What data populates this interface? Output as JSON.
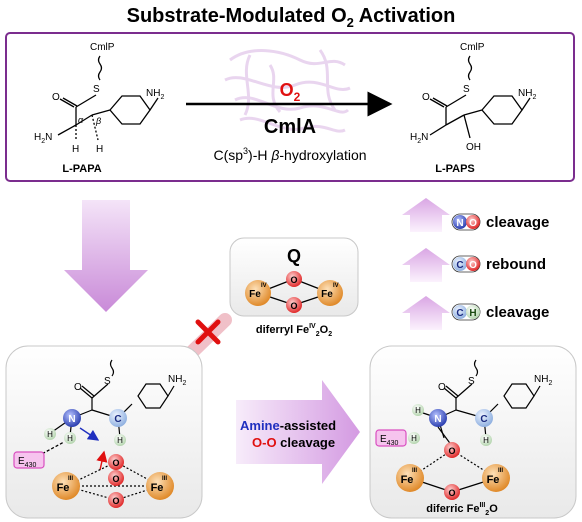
{
  "title": {
    "main": "Substrate-Modulated O",
    "sub2": "2",
    "tail": " Activation"
  },
  "reaction": {
    "reactant_name": "L-PAPA",
    "product_name": "L-PAPS",
    "enzyme": "CmlA",
    "oxidant": "O",
    "oxidant_sub": "2",
    "hydroxylation_prefix": "C(sp",
    "hydroxylation_sup": "3",
    "hydroxylation_mid": ")-H ",
    "hydroxylation_beta": "β",
    "hydroxylation_suffix": "-hydroxylation",
    "carrier": "CmlP",
    "nh2": "NH",
    "nh2_sub": "2",
    "h2n": "H",
    "h2n_sub": "2",
    "h2n_tail": "N",
    "alpha": "α",
    "beta": "β",
    "h": "H",
    "oh": "OH",
    "o": "O",
    "s": "S"
  },
  "intermediate_q": {
    "label": "Q",
    "fe": "Fe",
    "fe_ox": "IV",
    "o": "O",
    "caption_prefix": "diferryl Fe",
    "caption_sup": "IV",
    "caption_sub1": "2",
    "caption_mid": "O",
    "caption_sub2": "2"
  },
  "steps": [
    {
      "a": "N",
      "b": "O",
      "text": "cleavage"
    },
    {
      "a": "C",
      "b": "O",
      "text": "rebound"
    },
    {
      "a": "C",
      "b": "H",
      "text": "cleavage"
    }
  ],
  "bottom_arrow": {
    "line1_blue": "Amine",
    "line1_rest": "-assisted",
    "line2_red": "O-O",
    "line2_rest": " cleavage"
  },
  "left_box": {
    "e430": "E",
    "e430_sub": "430",
    "fe": "Fe",
    "fe_ox": "III",
    "o": "O",
    "n": "N",
    "c": "C",
    "h": "H",
    "s": "S"
  },
  "right_box": {
    "e430": "E",
    "e430_sub": "430",
    "fe": "Fe",
    "fe_ox": "III",
    "o": "O",
    "n": "N",
    "c": "C",
    "h": "H",
    "s": "S",
    "caption_prefix": "diferric Fe",
    "caption_sup": "III",
    "caption_sub": "2",
    "caption_tail": "O"
  },
  "colors": {
    "box_border": "#7b2d8e",
    "arrow_purple": "#c88fd6",
    "fe_orange": "#e9963a",
    "o_red": "#e02a2a",
    "n_blue": "#2b3fb0",
    "c_blue": "#8fb0e0",
    "e430_pink": "#d94fc0",
    "blue_text": "#1f2fbf",
    "red_text": "#e01010"
  }
}
